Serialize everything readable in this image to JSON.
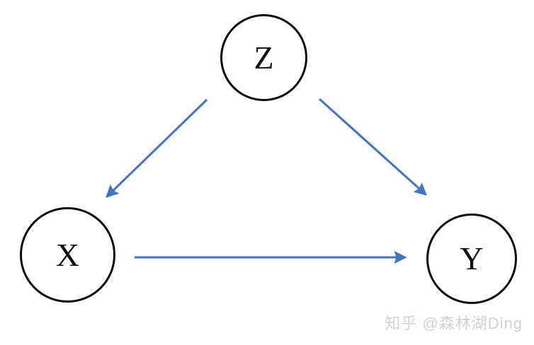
{
  "diagram": {
    "type": "causal-dag",
    "background_color": "#ffffff",
    "node_border_color": "#0d0d0d",
    "node_fill_color": "#ffffff",
    "node_label_color": "#111111",
    "arrow_color": "#4472c4",
    "nodes": [
      {
        "id": "Z",
        "label": "Z"
      },
      {
        "id": "X",
        "label": "X"
      },
      {
        "id": "Y",
        "label": "Y"
      }
    ],
    "edges": [
      {
        "from": "Z",
        "to": "X"
      },
      {
        "from": "Z",
        "to": "Y"
      },
      {
        "from": "X",
        "to": "Y"
      }
    ]
  },
  "watermark": {
    "text": "知乎 @森林湖Ding",
    "color": "#d2d2d2"
  }
}
